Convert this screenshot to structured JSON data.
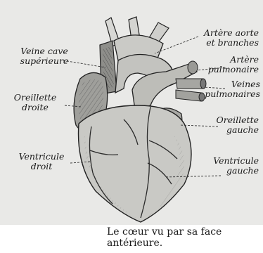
{
  "figure": {
    "labels": {
      "aorta": "Artère aorte\net branches",
      "pulmonary_artery": "Artère\npulmonaire",
      "pulmonary_veins": "Veines\npulmonaires",
      "superior_vena_cava": "Veine cave\nsupérieure",
      "right_atrium": "Oreillette\ndroite",
      "left_atrium": "Oreillette\ngauche",
      "right_ventricle": "Ventricule\ndroit",
      "left_ventricle": "Ventricule\ngauche"
    }
  },
  "caption": {
    "line1": "Le cœur vu par sa face",
    "line2": "antérieure."
  }
}
